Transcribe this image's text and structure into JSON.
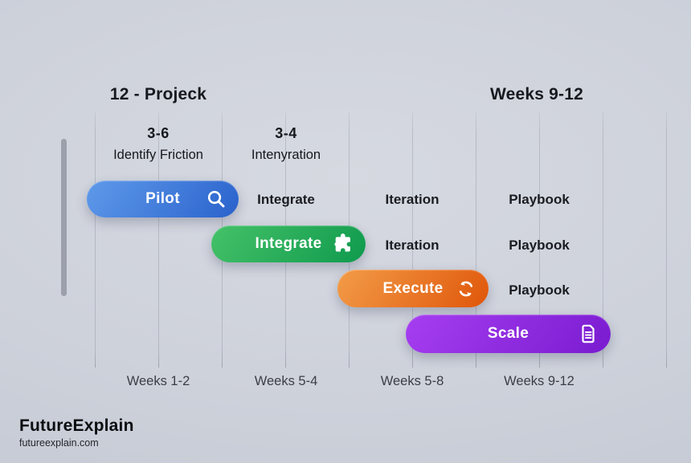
{
  "titles": {
    "left": "12 - Projeck",
    "right": "Weeks 9-12"
  },
  "column_headers": [
    {
      "value": "3-6",
      "label": "Identify Friction"
    },
    {
      "value": "3-4",
      "label": "Intenyration"
    }
  ],
  "rows": [
    {
      "pill": {
        "label": "Pilot",
        "icon": "search-icon",
        "color_start": "#5e9aea",
        "color_end": "#2a62cc"
      },
      "labels": {
        "c2": "Integrate",
        "c3": "Iteration",
        "c4": "Playbook"
      }
    },
    {
      "pill": {
        "label": "Integrate",
        "icon": "puzzle-icon",
        "color_start": "#45c168",
        "color_end": "#0f9a4d"
      },
      "labels": {
        "c3": "Iteration",
        "c4": "Playbook"
      }
    },
    {
      "pill": {
        "label": "Execute",
        "icon": "refresh-icon",
        "color_start": "#f29c48",
        "color_end": "#e0560a"
      },
      "labels": {
        "c4": "Playbook"
      }
    },
    {
      "pill": {
        "label": "Scale",
        "icon": "document-icon",
        "color_start": "#a63ef0",
        "color_end": "#7a1bd0"
      },
      "labels": {}
    }
  ],
  "week_labels": [
    "Weeks 1-2",
    "Weeks 5-4",
    "Weeks 5-8",
    "Weeks 9-12"
  ],
  "footer": {
    "brand": "FutureExplain",
    "url": "futureexplain.com"
  },
  "colors": {
    "background": "#cdd1da",
    "gridline": "#959aa6",
    "axis_bar": "#9ba0aa",
    "text": "#17191e"
  }
}
